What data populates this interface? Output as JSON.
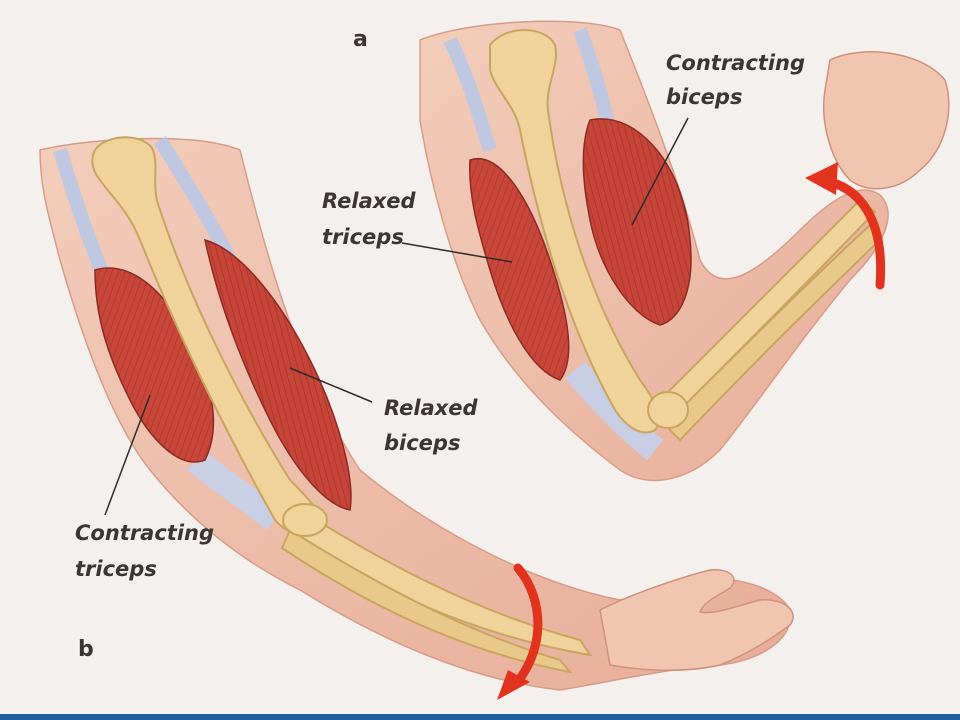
{
  "panels": {
    "a": {
      "letter": "a"
    },
    "b": {
      "letter": "b"
    }
  },
  "labels": {
    "contracting_biceps": {
      "line1": "Contracting",
      "line2": "biceps"
    },
    "relaxed_triceps": {
      "line1": "Relaxed",
      "line2": "triceps"
    },
    "relaxed_biceps": {
      "line1": "Relaxed",
      "line2": "biceps"
    },
    "contracting_triceps": {
      "line1": "Contracting",
      "line2": "triceps"
    }
  },
  "colors": {
    "skin": "#f0c7b3",
    "skin_shadow": "#e2a894",
    "bone": "#efd39a",
    "bone_shadow": "#d4b06a",
    "muscle": "#c8473a",
    "muscle_dark": "#9e2e26",
    "tendon": "#c9d4ea",
    "arrow": "#e2331e",
    "frame_bar": "#1f5fa0"
  }
}
